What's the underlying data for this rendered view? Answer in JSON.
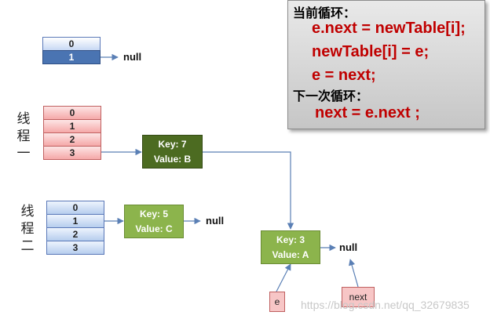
{
  "table_top": {
    "cells": [
      "0",
      "1"
    ],
    "null_label": "null"
  },
  "thread1": {
    "label_chars": [
      "线",
      "程",
      "一"
    ],
    "cells": [
      "0",
      "1",
      "2",
      "3"
    ],
    "node": {
      "key": "Key: 7",
      "value": "Value: B"
    }
  },
  "thread2": {
    "label_chars": [
      "线",
      "程",
      "二"
    ],
    "cells": [
      "0",
      "1",
      "2",
      "3"
    ],
    "node": {
      "key": "Key: 5",
      "value": "Value: C"
    },
    "null_label": "null"
  },
  "shared_node": {
    "key": "Key: 3",
    "value": "Value: A",
    "null_label": "null"
  },
  "pointers": {
    "e": "e",
    "next": "next"
  },
  "code_box": {
    "current_loop_heading": "当前循环：",
    "current_lines": [
      "e.next = newTable[i];",
      "newTable[i] = e;",
      "e = next;"
    ],
    "next_loop_heading": "下一次循环：",
    "next_lines": [
      "next = e.next ;"
    ]
  },
  "watermark": "https://blog.csdn.net/qq_32679835",
  "colors": {
    "top_table_fill": "#4a74b2",
    "thread1_fill": "#f5a8a8",
    "thread2_fill": "#b6cdee",
    "node_dark": "#4c6b21",
    "node_light": "#8cb44c",
    "code_text": "#c00000",
    "arrow": "#5a7fb5"
  }
}
